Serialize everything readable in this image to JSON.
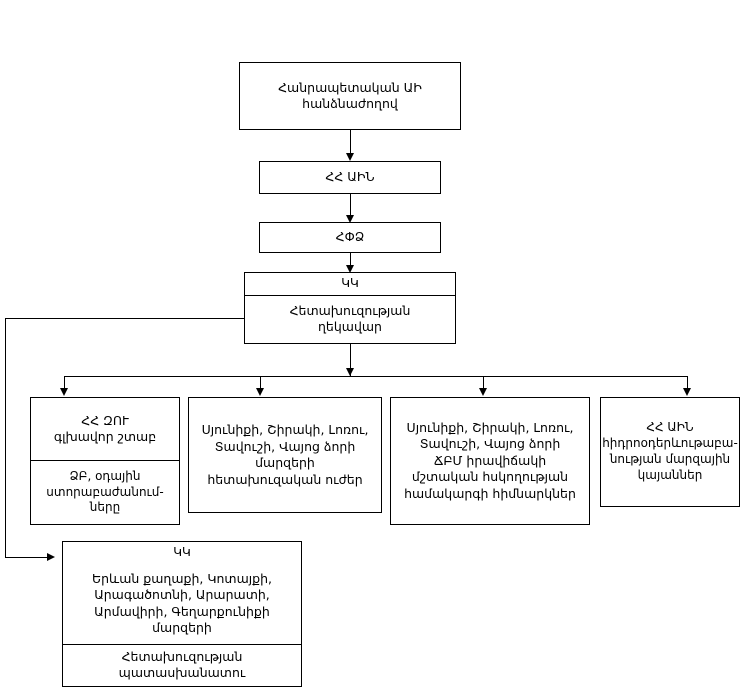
{
  "diagram": {
    "title": "Armenian emergency / reconnaissance reporting flowchart",
    "nodes": {
      "government": {
        "line1": "Հանրապետական ԱԻ\nհանձնաժողով"
      },
      "ministry": {
        "line1": "ՀՀ ԱԻՆ"
      },
      "hpdz": {
        "line1": "ՀՓՁ"
      },
      "kk_head": {
        "header": "ԿԿ",
        "body": "Հետախուզության\nղեկավար"
      },
      "branch1": {
        "header": "ՀՀ ԶՈՒ\nգլխավոր շտաբ",
        "body": "ՁԲ, օդային\nստորաբաժանում-\nները"
      },
      "branch2": {
        "body": "Սյունիքի, Շիրակի, Լոռու,\nՏավուշի, Վայոց ձորի\nմարզերի\nհետախուզական ուժեր"
      },
      "branch3": {
        "body": "Սյունիքի, Շիրակի, Լոռու,\nՏավուշի, Վայոց ձորի\nՃԲՄ իրավիճակի\nմշտական հսկողության\nհամակարգի հիմնարկներ"
      },
      "branch4": {
        "body": "ՀՀ ԱԻՆ\nհիդրոօդերևութաբա-\nնության մարզային\nկայաններ"
      },
      "kk_regions": {
        "header": "ԿԿ",
        "body": "Երևան քաղաքի, Կոտայքի,\nԱրագածոտնի, Արարատի,\nԱրմավիրի, Գեղարքունիքի\nմարզերի",
        "footer": "Հետախուզության\nպատասխանատու"
      }
    },
    "colors": {
      "stroke": "#000000",
      "fill": "#ffffff",
      "text": "#000000"
    }
  }
}
